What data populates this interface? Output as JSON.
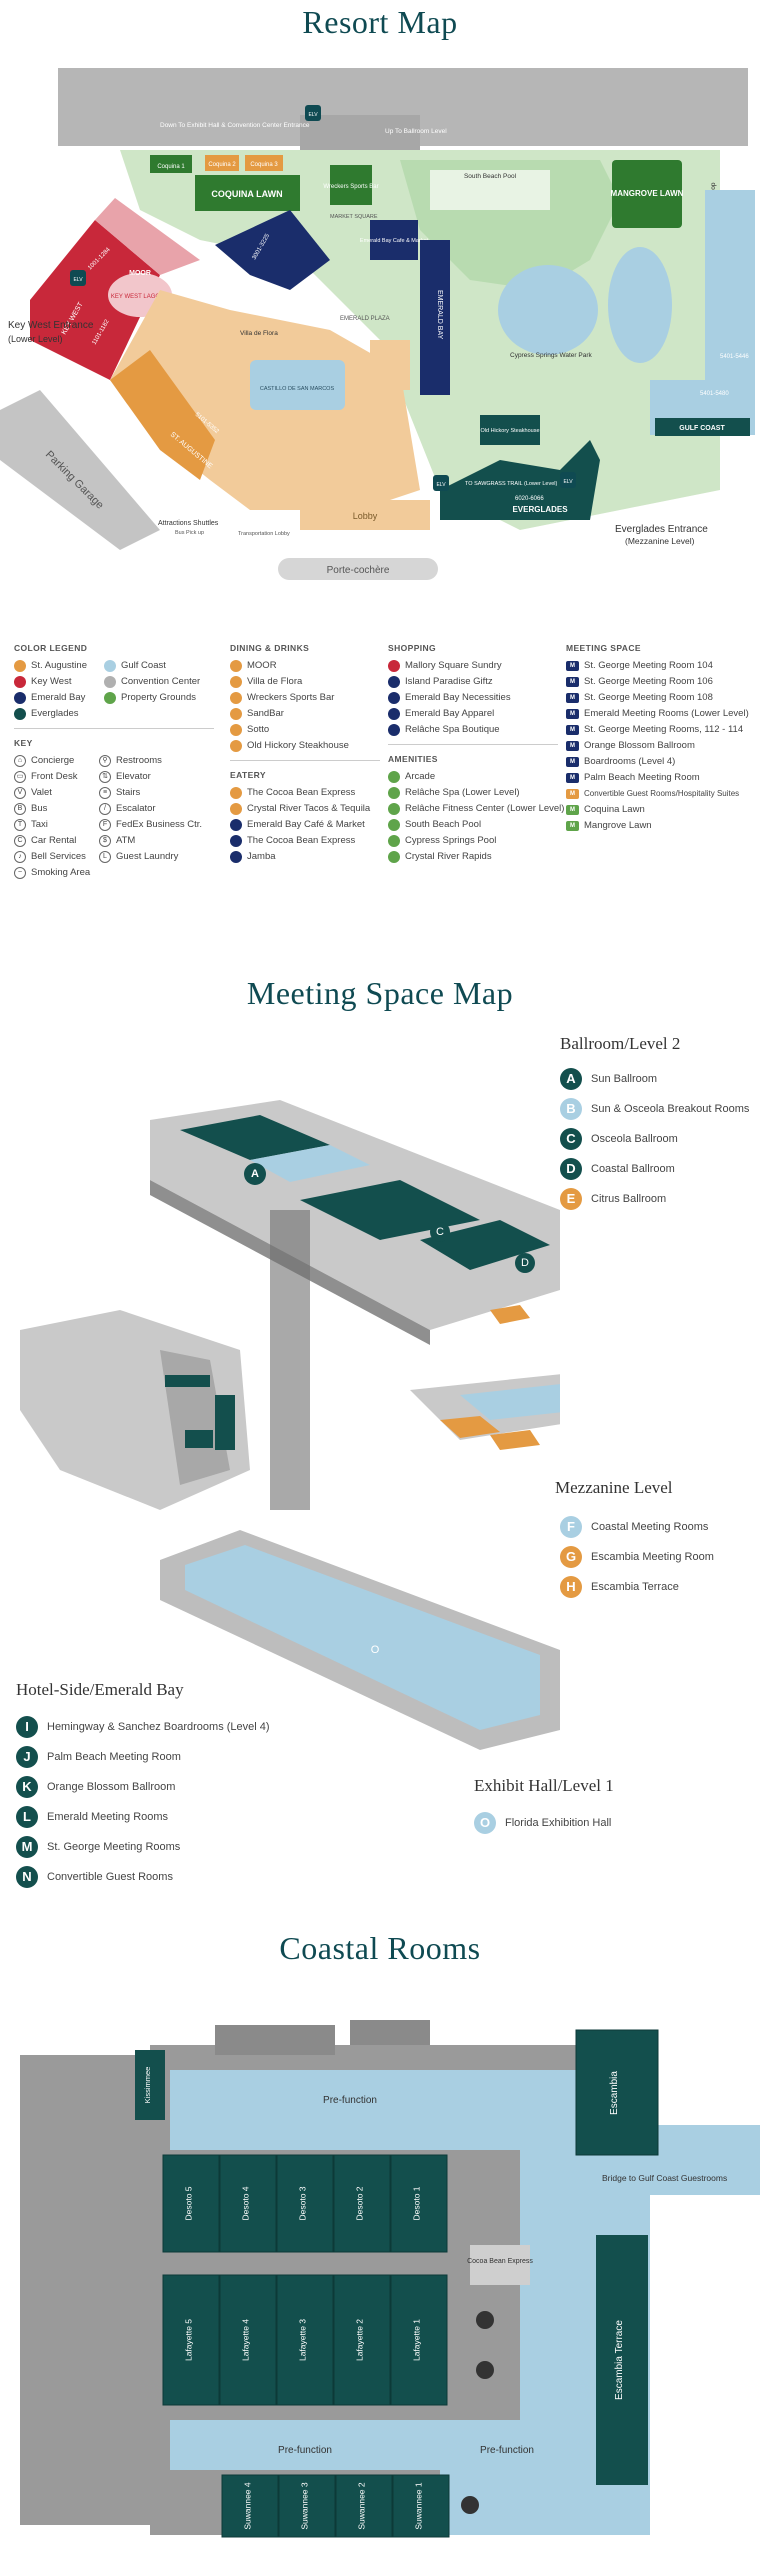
{
  "resort": {
    "title": "Resort Map",
    "labels": {
      "down_to_exhibit": "Down To Exhibit Hall & Convention Center Entrance",
      "up_to_ballroom": "Up To Ballroom Level",
      "coquina_lawn": "COQUINA LAWN",
      "coquina_sm": "Coquina 1",
      "coquina_2": "Coquina 2",
      "coquina_3": "Coquina 3",
      "wreckers": "Wreckers Sports Bar",
      "emerald_bay_cafe": "Emerald Bay Cafe & Market",
      "south_beach_pool": "South Beach Pool",
      "mangrove_lawn": "MANGROVE LAWN",
      "bus_loop": "Bus Loop",
      "moor": "MOOR",
      "key_west_lagoon": "KEY WEST LAGOON",
      "market_square": "MARKET SQUARE",
      "emerald_plaza": "EMERALD PLAZA",
      "villa_de_flora": "Villa de Flora",
      "cypress_springs": "Cypress Springs Water Park",
      "key_west_entrance": "Key West Entrance",
      "lower_level": "(Lower Level)",
      "key_west_band": "KEY WEST",
      "rooms_kw1": "1001-1284",
      "rooms_kw2": "1101-1182",
      "castillo": "CASTILLO DE SAN MARCOS",
      "st_augustine_band": "ST. AUGUSTINE",
      "rooms_sa": "5101-5352",
      "rooms_eb": "3001-3225",
      "emerald_bay_band": "EMERALD BAY",
      "rooms_sa2": "5401-5480",
      "gulf_coast": "GULF COAST",
      "rooms_gc": "5401-5446",
      "old_hickory": "Old Hickory Steakhouse",
      "to_sawgrass": "TO SAWGRASS TRAIL (Lower Level)",
      "everglades_band": "EVERGLADES",
      "rooms_ev": "6020-6066",
      "parking_garage": "Parking Garage",
      "attractions_shuttles": "Attractions Shuttles",
      "bus_pickup": "Bus Pick up",
      "transportation_lobby": "Transportation Lobby",
      "lobby": "Lobby",
      "porte_cochere": "Porte-cochère",
      "everglades_entrance": "Everglades Entrance",
      "mezzanine_level": "(Mezzanine Level)",
      "elv": "ELV"
    },
    "color_legend": {
      "heading": "COLOR LEGEND",
      "items": [
        {
          "label": "St. Augustine",
          "color": "#e49a42"
        },
        {
          "label": "Key West",
          "color": "#c8283a"
        },
        {
          "label": "Emerald Bay",
          "color": "#1a2d6b"
        },
        {
          "label": "Everglades",
          "color": "#134f4d"
        },
        {
          "label": "Gulf Coast",
          "color": "#a9cfe2"
        },
        {
          "label": "Convention Center",
          "color": "#b0b0b0"
        },
        {
          "label": "Property Grounds",
          "color": "#5fa44a"
        }
      ]
    },
    "key": {
      "heading": "KEY",
      "col1": [
        {
          "label": "Concierge",
          "icon": "concierge-icon",
          "glyph": "⌂"
        },
        {
          "label": "Front Desk",
          "icon": "front-desk-icon",
          "glyph": "▭"
        },
        {
          "label": "Valet",
          "icon": "valet-icon",
          "glyph": "V"
        },
        {
          "label": "Bus",
          "icon": "bus-icon",
          "glyph": "B"
        },
        {
          "label": "Taxi",
          "icon": "taxi-icon",
          "glyph": "T"
        },
        {
          "label": "Car Rental",
          "icon": "car-rental-icon",
          "glyph": "C"
        },
        {
          "label": "Bell Services",
          "icon": "bell-icon",
          "glyph": "♪"
        },
        {
          "label": "Smoking Area",
          "icon": "smoking-icon",
          "glyph": "~"
        }
      ],
      "col2": [
        {
          "label": "Restrooms",
          "icon": "restrooms-icon",
          "glyph": "⚲"
        },
        {
          "label": "Elevator",
          "icon": "elevator-icon",
          "glyph": "⇅"
        },
        {
          "label": "Stairs",
          "icon": "stairs-icon",
          "glyph": "≡"
        },
        {
          "label": "Escalator",
          "icon": "escalator-icon",
          "glyph": "/"
        },
        {
          "label": "FedEx Business Ctr.",
          "icon": "fedex-icon",
          "glyph": "F"
        },
        {
          "label": "ATM",
          "icon": "atm-icon",
          "glyph": "$"
        },
        {
          "label": "Guest Laundry",
          "icon": "laundry-icon",
          "glyph": "L"
        }
      ]
    },
    "dining": {
      "heading": "DINING & DRINKS",
      "items": [
        {
          "code": "D1",
          "label": "MOOR",
          "color": "#e49a42"
        },
        {
          "code": "D2",
          "label": "Villa de Flora",
          "color": "#e49a42"
        },
        {
          "code": "D3",
          "label": "Wreckers Sports Bar",
          "color": "#e49a42"
        },
        {
          "code": "D4",
          "label": "SandBar",
          "color": "#e49a42"
        },
        {
          "code": "D5",
          "label": "Sotto",
          "color": "#e49a42"
        },
        {
          "code": "D6",
          "label": "Old Hickory Steakhouse",
          "color": "#e49a42"
        }
      ]
    },
    "eatery": {
      "heading": "EATERY",
      "items": [
        {
          "code": "E1",
          "label": "The Cocoa Bean Express",
          "color": "#e49a42"
        },
        {
          "code": "E2",
          "label": "Crystal River Tacos & Tequila",
          "color": "#e49a42"
        },
        {
          "code": "E3",
          "label": "Emerald Bay Café & Market",
          "color": "#1a2d6b"
        },
        {
          "code": "E4",
          "label": "The Cocoa Bean Express",
          "color": "#1a2d6b"
        },
        {
          "code": "E5",
          "label": "Jamba",
          "color": "#1a2d6b"
        }
      ]
    },
    "shopping": {
      "heading": "SHOPPING",
      "items": [
        {
          "code": "S1",
          "label": "Mallory Square Sundry",
          "color": "#c8283a"
        },
        {
          "code": "S2",
          "label": "Island Paradise Giftz",
          "color": "#1a2d6b"
        },
        {
          "code": "S3",
          "label": "Emerald Bay Necessities",
          "color": "#1a2d6b"
        },
        {
          "code": "S4",
          "label": "Emerald Bay Apparel",
          "color": "#1a2d6b"
        },
        {
          "code": "S5",
          "label": "Relâche Spa Boutique",
          "color": "#1a2d6b"
        }
      ]
    },
    "amenities": {
      "heading": "AMENITIES",
      "items": [
        {
          "code": "A1",
          "label": "Arcade",
          "color": "#5fa44a"
        },
        {
          "code": "A2",
          "label": "Relâche Spa (Lower Level)",
          "color": "#5fa44a"
        },
        {
          "code": "A3",
          "label": "Relâche Fitness Center (Lower Level)",
          "color": "#5fa44a"
        },
        {
          "code": "A4",
          "label": "South Beach Pool",
          "color": "#5fa44a"
        },
        {
          "code": "A5",
          "label": "Cypress Springs Pool",
          "color": "#5fa44a"
        },
        {
          "code": "A6",
          "label": "Crystal River Rapids",
          "color": "#5fa44a"
        }
      ]
    },
    "meeting": {
      "heading": "MEETING SPACE",
      "items": [
        {
          "code": "M1",
          "label": "St. George Meeting Room 104",
          "color": "#1a2d6b"
        },
        {
          "code": "M2",
          "label": "St. George Meeting Room 106",
          "color": "#1a2d6b"
        },
        {
          "code": "M3",
          "label": "St. George Meeting Room 108",
          "color": "#1a2d6b"
        },
        {
          "code": "M4",
          "label": "Emerald Meeting Rooms (Lower Level)",
          "color": "#1a2d6b"
        },
        {
          "code": "M5",
          "label": "St. George Meeting Rooms, 112 - 114",
          "color": "#1a2d6b"
        },
        {
          "code": "M6",
          "label": "Orange Blossom Ballroom",
          "color": "#1a2d6b"
        },
        {
          "code": "M7",
          "label": "Boardrooms (Level 4)",
          "color": "#1a2d6b"
        },
        {
          "code": "M8",
          "label": "Palm Beach Meeting Room",
          "color": "#1a2d6b"
        },
        {
          "code": "M9",
          "label": "Convertible Guest Rooms/Hospitality Suites",
          "color": "#e49a42"
        },
        {
          "code": "M10",
          "label": "Coquina Lawn",
          "color": "#5fa44a"
        },
        {
          "code": "M11",
          "label": "Mangrove Lawn",
          "color": "#5fa44a"
        }
      ]
    }
  },
  "meeting_space": {
    "title": "Meeting Space Map",
    "ballroom_heading": "Ballroom/Level 2",
    "ballroom": [
      {
        "letter": "A",
        "label": "Sun Ballroom",
        "color": "#134f4d"
      },
      {
        "letter": "B",
        "label": "Sun & Osceola Breakout Rooms",
        "color": "#a9cfe2"
      },
      {
        "letter": "C",
        "label": "Osceola Ballroom",
        "color": "#134f4d"
      },
      {
        "letter": "D",
        "label": "Coastal Ballroom",
        "color": "#134f4d"
      },
      {
        "letter": "E",
        "label": "Citrus Ballroom",
        "color": "#e49a42"
      }
    ],
    "mezzanine_heading": "Mezzanine Level",
    "mezzanine": [
      {
        "letter": "F",
        "label": "Coastal Meeting Rooms",
        "color": "#a9cfe2"
      },
      {
        "letter": "G",
        "label": "Escambia Meeting Room",
        "color": "#e49a42"
      },
      {
        "letter": "H",
        "label": "Escambia Terrace",
        "color": "#e49a42"
      }
    ],
    "hotel_heading": "Hotel-Side/Emerald Bay",
    "hotel": [
      {
        "letter": "I",
        "label": "Hemingway & Sanchez Boardrooms (Level 4)",
        "color": "#134f4d"
      },
      {
        "letter": "J",
        "label": "Palm Beach Meeting Room",
        "color": "#134f4d"
      },
      {
        "letter": "K",
        "label": "Orange Blossom Ballroom",
        "color": "#134f4d"
      },
      {
        "letter": "L",
        "label": "Emerald Meeting Rooms",
        "color": "#134f4d"
      },
      {
        "letter": "M",
        "label": "St. George Meeting Rooms",
        "color": "#134f4d"
      },
      {
        "letter": "N",
        "label": "Convertible Guest Rooms",
        "color": "#134f4d"
      }
    ],
    "exhibit_heading": "Exhibit Hall/Level 1",
    "exhibit": [
      {
        "letter": "O",
        "label": "Florida Exhibition Hall",
        "color": "#a9cfe2"
      }
    ]
  },
  "coastal": {
    "title": "Coastal Rooms",
    "kissimmee": "Kissimmee",
    "escambia": "Escambia",
    "escambia_terrace": "Escambia Terrace",
    "prefunction": "Pre-function",
    "prefunction_2": "Pre-function",
    "prefunction_3": "Pre-function",
    "bridge": "Bridge to Gulf Coast Guestrooms",
    "cocoa_bean": "Cocoa Bean Express",
    "desoto": [
      "Desoto 5",
      "Desoto 4",
      "Desoto 3",
      "Desoto 2",
      "Desoto 1"
    ],
    "lafayette": [
      "Lafayette 5",
      "Lafayette 4",
      "Lafayette 3",
      "Lafayette 2",
      "Lafayette 1"
    ],
    "suwannee": [
      "Suwannee 4",
      "Suwannee 3",
      "Suwannee 2",
      "Suwannee 1"
    ]
  }
}
